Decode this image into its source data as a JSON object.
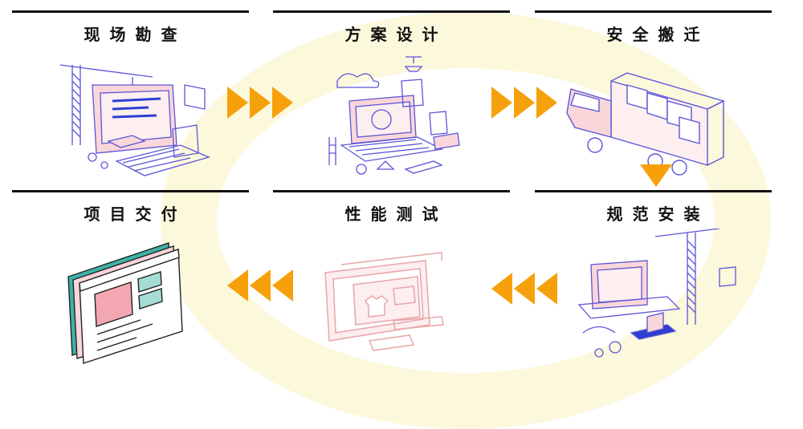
{
  "stages": [
    {
      "title": "现场勘查",
      "icon": "site-survey-illustration"
    },
    {
      "title": "方案设计",
      "icon": "solution-design-illustration"
    },
    {
      "title": "安全搬迁",
      "icon": "truck-relocation-illustration"
    },
    {
      "title": "规范安装",
      "icon": "standard-installation-illustration"
    },
    {
      "title": "性能测试",
      "icon": "performance-test-illustration"
    },
    {
      "title": "项目交付",
      "icon": "project-delivery-illustration"
    }
  ],
  "colors": {
    "arrow": "#f6a10b",
    "line": "#111111",
    "illustration_stroke": "#5b55d8",
    "illustration_fill": "#f9d6d9",
    "background_arc": "#fbf8dc"
  }
}
